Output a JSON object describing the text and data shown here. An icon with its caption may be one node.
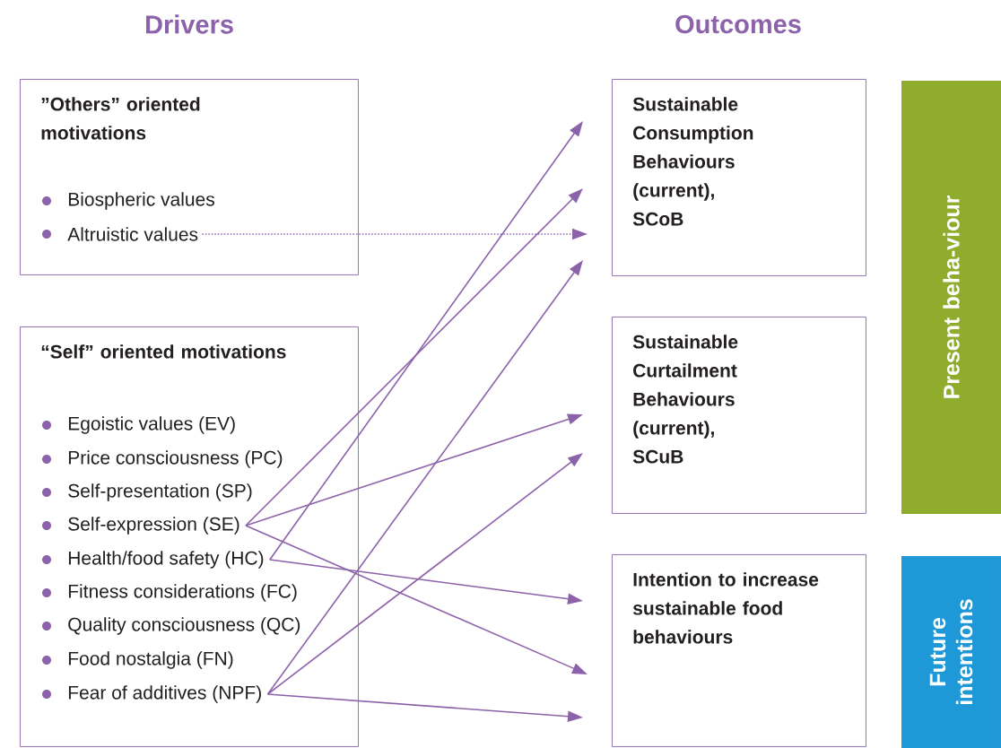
{
  "diagram": {
    "nodes": [
      {
        "text": [
          "”Others” oriented motivations"
        ]
      },
      {
        "text": [
          "Biospheric values"
        ],
        "in": 0
      },
      {
        "text": [
          "Altruistic values"
        ],
        "in": 0
      },
      {
        "text": [
          "“Self” oriented motivations"
        ]
      },
      {
        "text": [
          "Egoistic values (EV)"
        ],
        "in": 3
      },
      {
        "text": [
          "Price consciousness (PC)"
        ],
        "in": 3
      },
      {
        "text": [
          "Self-presentation (SP)"
        ],
        "in": 3
      },
      {
        "text": [
          "Self-expression (SE)"
        ],
        "in": 3
      },
      {
        "text": [
          "Health/food safety (HC)"
        ],
        "in": 3
      },
      {
        "text": [
          "Fitness considerations (FC)"
        ],
        "in": 3
      },
      {
        "text": [
          "Quality consciousness (QC)"
        ],
        "in": 3
      },
      {
        "text": [
          "Food nostalgia (FN)"
        ],
        "in": 3
      },
      {
        "text": [
          "Fear of additives (NPF)"
        ],
        "in": 3
      },
      {
        "text": [
          "Sustainable Consumption Behaviours (current), SCoB"
        ]
      },
      {
        "text": [
          "Sustainable Curtailment Behaviours (current), SCuB"
        ]
      },
      {
        "text": [
          "Intention to increase sustainable food behaviours"
        ]
      },
      {
        "text": [
          "Present beha-viour"
        ]
      },
      {
        "text": [
          "Future intentions"
        ]
      }
    ],
    "edges": [
      {
        "from": 2,
        "to": 13,
        "arrow": "to",
        "style": "dashed"
      },
      {
        "from": 7,
        "to": 13,
        "arrow": "to"
      },
      {
        "from": 7,
        "to": 14,
        "arrow": "to"
      },
      {
        "from": 7,
        "to": 15,
        "arrow": "to"
      },
      {
        "from": 8,
        "to": 13,
        "arrow": "to"
      },
      {
        "from": 8,
        "to": 15,
        "arrow": "to"
      },
      {
        "from": 12,
        "to": 13,
        "arrow": "to"
      },
      {
        "from": 12,
        "to": 14,
        "arrow": "to"
      },
      {
        "from": 12,
        "to": 15,
        "arrow": "to"
      }
    ],
    "labels": [
      "Drivers",
      "Outcomes"
    ]
  }
}
